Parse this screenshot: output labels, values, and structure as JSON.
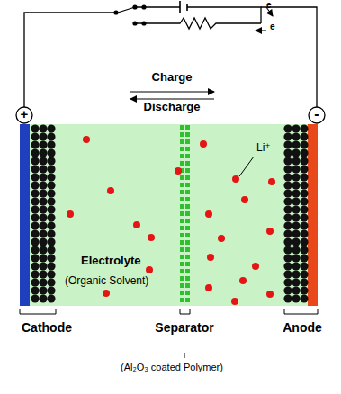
{
  "diagram": {
    "nodes": [
      {
        "text": [
          "Electrolyte",
          "(Organic Solvent)"
        ]
      }
    ],
    "labels": [
      "e",
      "e",
      "Charge",
      "Discharge",
      "Li⁺",
      "Cathode",
      "Separator",
      "(Al₂O₃ coated Polymer)",
      "Anode",
      "+",
      "-"
    ]
  }
}
